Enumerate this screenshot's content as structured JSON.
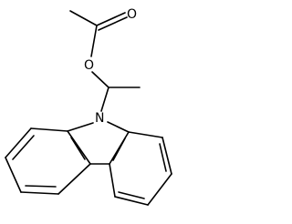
{
  "molecule": {
    "atoms": {
      "O_carbonyl": "O",
      "O_ester": "O",
      "N_carbazole": "N"
    },
    "colors": {
      "bond": "#000000",
      "label": "#000000",
      "background": "#ffffff"
    }
  }
}
